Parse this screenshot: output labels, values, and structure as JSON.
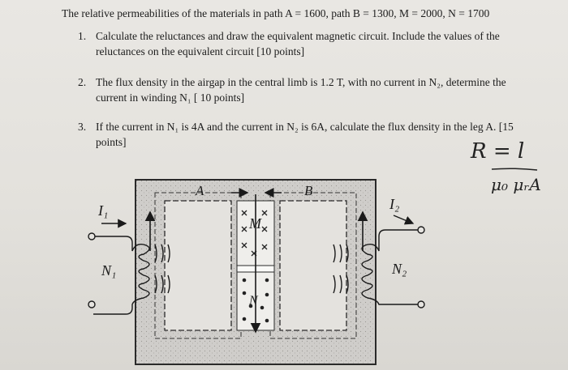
{
  "header": {
    "text": "The relative permeabilities of the materials in path A = 1600, path B = 1300, M = 2000, N = 1700"
  },
  "questions": [
    {
      "number": "1.",
      "text": "Calculate the reluctances and draw the equivalent magnetic circuit. Include the values of the reluctances on the equivalent circuit [10 points]"
    },
    {
      "number": "2.",
      "text": "The flux density in the airgap in the central limb is 1.2 T, with no current in N₂, determine the current in winding N₁ [ 10 points]"
    },
    {
      "number": "3.",
      "text": "If the current in N₁ is 4A and the current in N₂ is 6A, calculate the flux density in the leg A. [15 points]"
    }
  ],
  "handwriting": {
    "numerator": "R = l",
    "denominator": "μ₀ μᵣA"
  },
  "diagram": {
    "label_a": "A",
    "label_b": "B",
    "label_i1": "I₁",
    "label_i2": "I₂",
    "label_n1": "N₁",
    "label_n2": "N₂",
    "label_m": "M",
    "label_n": "N"
  }
}
